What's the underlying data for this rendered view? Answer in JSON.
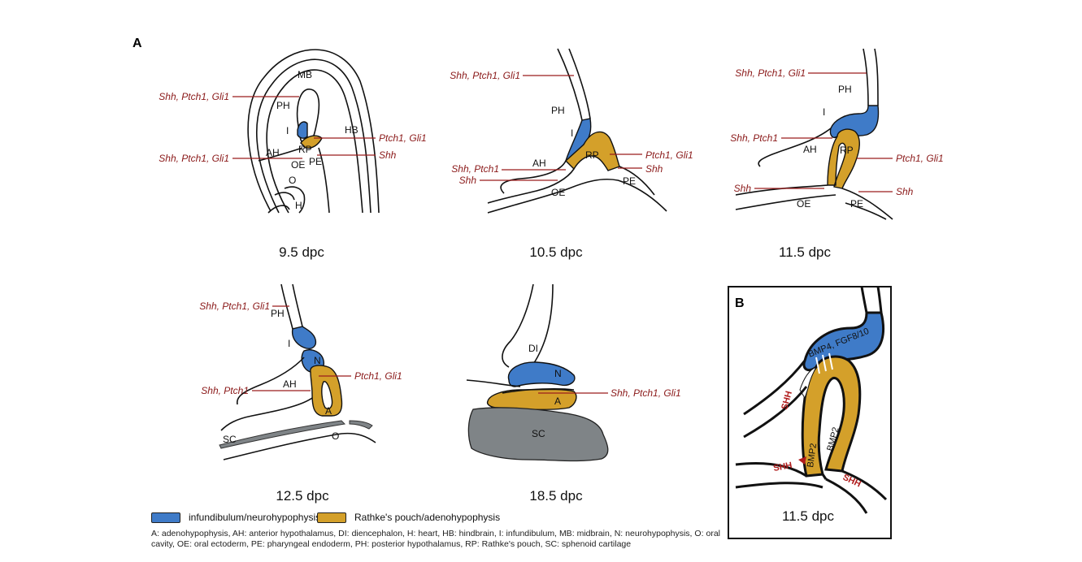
{
  "colors": {
    "infundibulum": "#3f7bc8",
    "rathke": "#d4a02a",
    "cartilage": "#7f8487",
    "gene_text": "#8b1a1a"
  },
  "panels": {
    "a": "A",
    "b": "B"
  },
  "p95": {
    "caption": "9.5 dpc",
    "labels": {
      "mb": "MB",
      "ph": "PH",
      "i": "I",
      "hb": "HB",
      "ah": "AH",
      "rp": "RP",
      "oe": "OE",
      "pe": "PE",
      "o": "O",
      "h": "H"
    },
    "genes": {
      "g1": "Shh, Ptch1, Gli1",
      "g2": "Ptch1, Gli1",
      "g3": "Shh, Ptch1, Gli1",
      "g4": "Shh"
    }
  },
  "p105": {
    "caption": "10.5 dpc",
    "labels": {
      "ph": "PH",
      "i": "I",
      "ah": "AH",
      "rp": "RP",
      "pe": "PE",
      "oe": "OE"
    },
    "genes": {
      "g1": "Shh, Ptch1, Gli1",
      "g2": "Ptch1, Gli1",
      "g3": "Shh, Ptch1",
      "g4": "Shh",
      "g5": "Shh"
    }
  },
  "p115": {
    "caption": "11.5 dpc",
    "labels": {
      "ph": "PH",
      "i": "I",
      "ah": "AH",
      "rp": "RP",
      "oe": "OE",
      "pe": "PE"
    },
    "genes": {
      "g1": "Shh, Ptch1, Gli1",
      "g2": "Shh, Ptch1",
      "g3": "Ptch1, Gli1",
      "g4": "Shh",
      "g5": "Shh"
    }
  },
  "p125": {
    "caption": "12.5 dpc",
    "labels": {
      "ph": "PH",
      "i": "I",
      "n": "N",
      "ah": "AH",
      "a": "A",
      "sc": "SC",
      "o": "O"
    },
    "genes": {
      "g1": "Shh, Ptch1, Gli1",
      "g2": "Ptch1, Gli1",
      "g3": "Shh, Ptch1"
    }
  },
  "p185": {
    "caption": "18.5 dpc",
    "labels": {
      "di": "DI",
      "n": "N",
      "a": "A",
      "sc": "SC"
    },
    "genes": {
      "g1": "Shh, Ptch1, Gli1"
    }
  },
  "pb": {
    "caption": "11.5 dpc",
    "labels": {
      "bmp4": "BMP4, FGF8/10",
      "bmp2a": "BMP2",
      "bmp2b": "BMP2"
    },
    "genes": {
      "shh1": "SHH",
      "shh2": "SHH",
      "shh3": "SHH"
    }
  },
  "legend": {
    "item1": "infundibulum/neurohypophysis",
    "item2": "Rathke's pouch/adenohypophysis"
  },
  "abbreviations": "A: adenohypophysis, AH: anterior hypothalamus, DI: diencephalon, H: heart, HB: hindbrain, I: infundibulum, MB: midbrain, N: neurohypophysis, O: oral cavity, OE: oral ectoderm, PE: pharyngeal endoderm, PH: posterior hypothalamus, RP: Rathke's pouch, SC: sphenoid cartilage"
}
